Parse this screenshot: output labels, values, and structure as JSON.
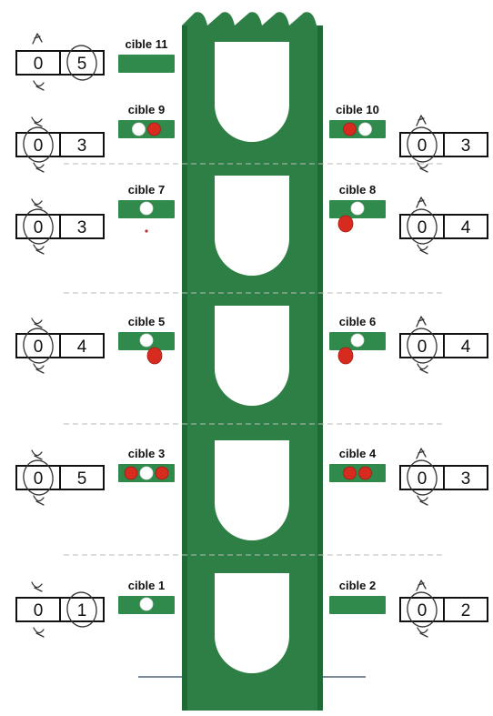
{
  "colors": {
    "tower": "#2e7f45",
    "tower_dark": "#1f6a36",
    "plate": "#2f8a4c",
    "hit": "#d62b1e",
    "hole": "#ffffff",
    "divider": "#bbbbbb",
    "score_box": "#fff9d6"
  },
  "targets": [
    {
      "label": "cible 11",
      "side": "left",
      "row": 0,
      "holes": [],
      "score": [
        "0",
        "5"
      ],
      "circled": [
        false,
        true
      ]
    },
    {
      "label": "cible 9",
      "side": "left",
      "row": 1,
      "holes": [
        "white",
        "red"
      ],
      "score": [
        "0",
        "3"
      ],
      "circled": [
        true,
        false
      ]
    },
    {
      "label": "cible 10",
      "side": "right",
      "row": 1,
      "holes": [
        "red",
        "white"
      ],
      "score": [
        "0",
        "3"
      ],
      "circled": [
        true,
        false
      ]
    },
    {
      "label": "cible 7",
      "side": "left",
      "row": 2,
      "holes": [
        "white"
      ],
      "score": [
        "0",
        "3"
      ],
      "circled": [
        true,
        false
      ]
    },
    {
      "label": "cible 8",
      "side": "right",
      "row": 2,
      "holes": [
        "white",
        "red-below"
      ],
      "score": [
        "0",
        "4"
      ],
      "circled": [
        true,
        false
      ]
    },
    {
      "label": "cible 5",
      "side": "left",
      "row": 3,
      "holes": [
        "white",
        "red-below"
      ],
      "score": [
        "0",
        "4"
      ],
      "circled": [
        true,
        false
      ]
    },
    {
      "label": "cible 6",
      "side": "right",
      "row": 3,
      "holes": [
        "white",
        "red-below"
      ],
      "score": [
        "0",
        "4"
      ],
      "circled": [
        true,
        false
      ]
    },
    {
      "label": "cible 3",
      "side": "left",
      "row": 4,
      "holes": [
        "red",
        "white",
        "red"
      ],
      "score": [
        "0",
        "5"
      ],
      "circled": [
        true,
        false
      ]
    },
    {
      "label": "cible 4",
      "side": "right",
      "row": 4,
      "holes": [
        "red",
        "red"
      ],
      "score": [
        "0",
        "3"
      ],
      "circled": [
        true,
        false
      ]
    },
    {
      "label": "cible 1",
      "side": "left",
      "row": 5,
      "holes": [
        "white"
      ],
      "score": [
        "0",
        "1"
      ],
      "circled": [
        false,
        true
      ]
    },
    {
      "label": "cible 2",
      "side": "right",
      "row": 5,
      "holes": [],
      "score": [
        "0",
        "2"
      ],
      "circled": [
        true,
        false
      ]
    }
  ]
}
